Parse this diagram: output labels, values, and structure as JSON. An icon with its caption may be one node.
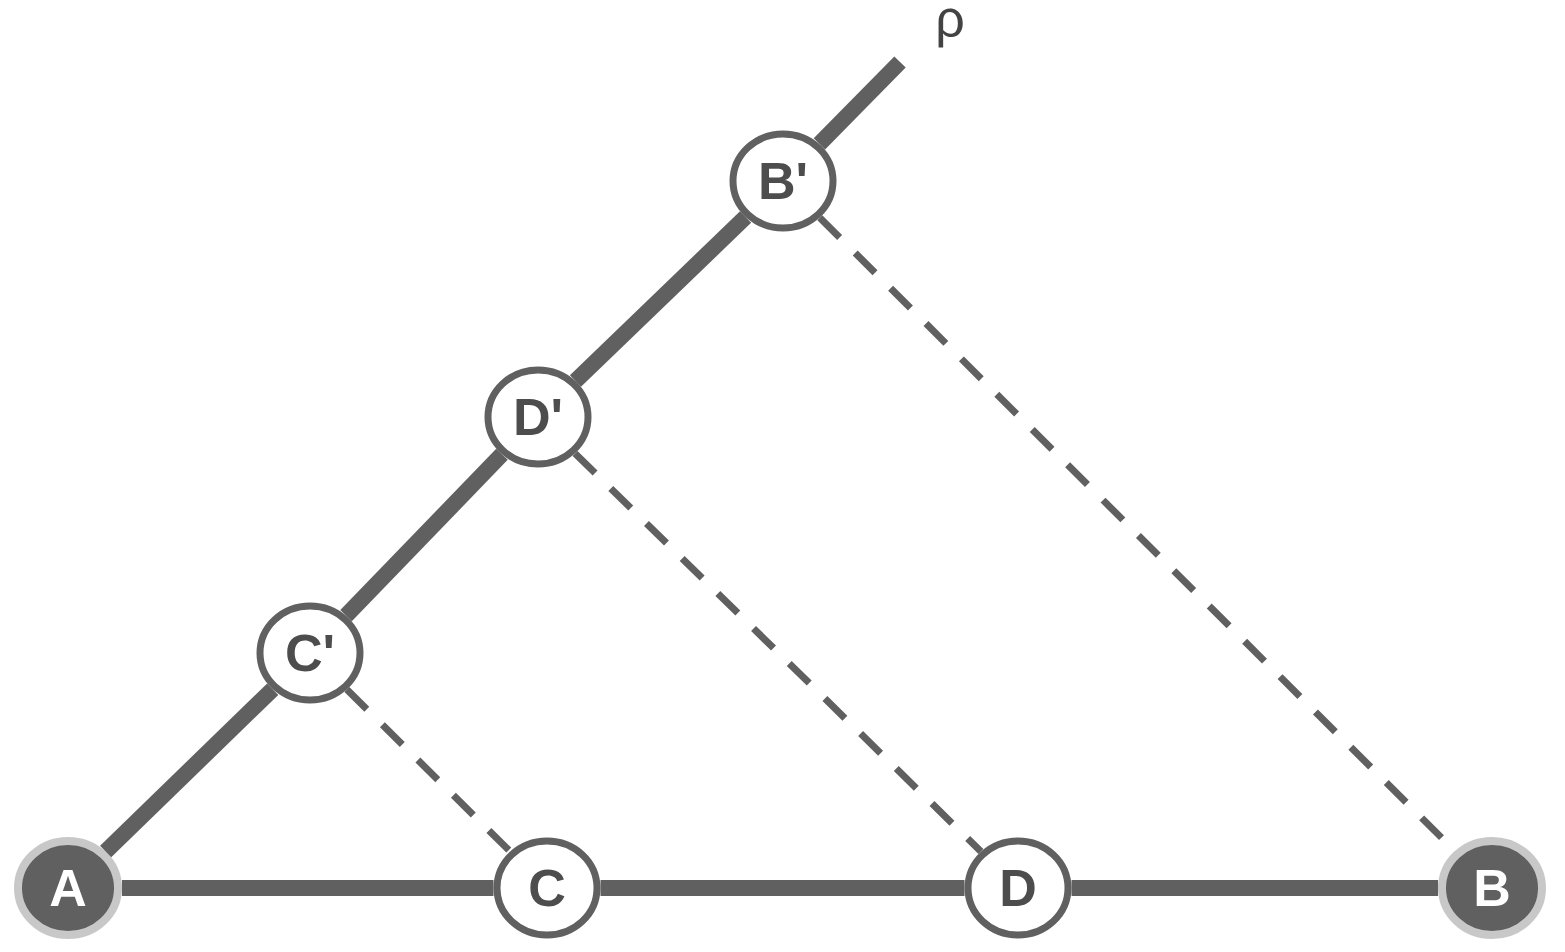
{
  "diagram": {
    "nodes": [
      {
        "text": [
          "A"
        ]
      },
      {
        "text": [
          "C"
        ]
      },
      {
        "text": [
          "D"
        ]
      },
      {
        "text": [
          "B"
        ]
      },
      {
        "text": [
          "C'"
        ]
      },
      {
        "text": [
          "D'"
        ]
      },
      {
        "text": [
          "B'"
        ]
      }
    ],
    "edges": [
      {
        "from": 0,
        "to": 1,
        "arrow": "none"
      },
      {
        "from": 1,
        "to": 2,
        "arrow": "none"
      },
      {
        "from": 2,
        "to": 3,
        "arrow": "none"
      },
      {
        "from": 0,
        "to": 4,
        "arrow": "none"
      },
      {
        "from": 4,
        "to": 5,
        "arrow": "none"
      },
      {
        "from": 5,
        "to": 6,
        "arrow": "none"
      },
      {
        "from": 6,
        "to": null,
        "arrow": "none"
      },
      {
        "from": 4,
        "to": 1,
        "arrow": "none",
        "style": "dashed"
      },
      {
        "from": 5,
        "to": 2,
        "arrow": "none",
        "style": "dashed"
      },
      {
        "from": 6,
        "to": 3,
        "arrow": "none",
        "style": "dashed"
      }
    ],
    "labels": [
      "ρ"
    ]
  }
}
